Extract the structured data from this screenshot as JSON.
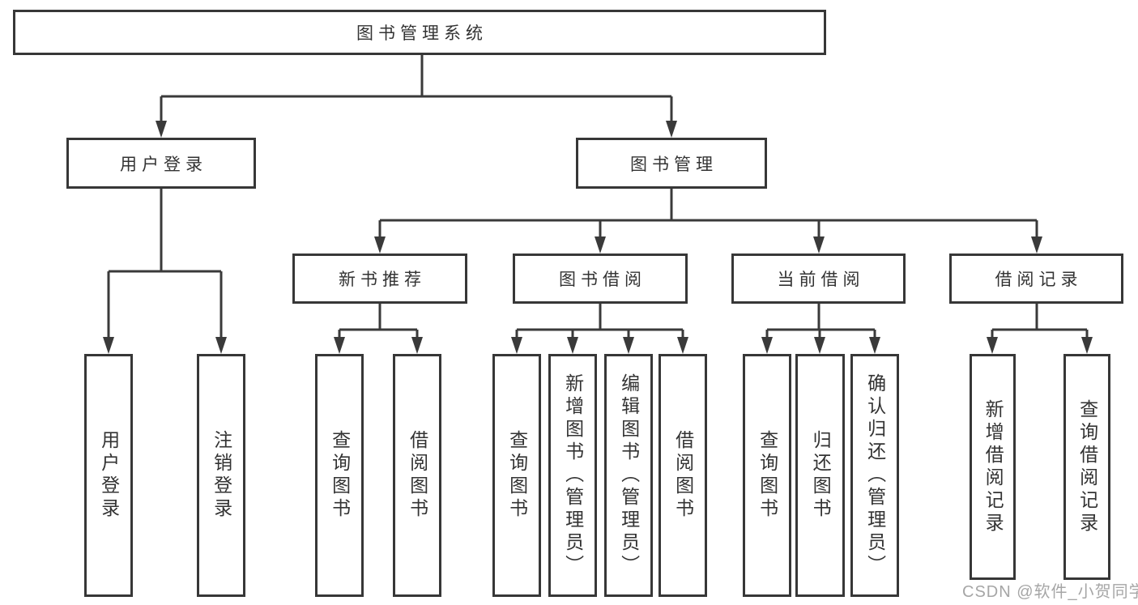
{
  "diagram": {
    "title": "图书管理系统",
    "branches": {
      "user_login": {
        "label": "用户登录",
        "children": [
          {
            "label": "用户登录"
          },
          {
            "label": "注销登录"
          }
        ]
      },
      "book_management": {
        "label": "图书管理",
        "children": [
          {
            "label": "新书推荐",
            "children": [
              {
                "label": "查询图书"
              },
              {
                "label": "借阅图书"
              }
            ]
          },
          {
            "label": "图书借阅",
            "children": [
              {
                "label": "查询图书"
              },
              {
                "label": "新增图书（管理员）"
              },
              {
                "label": "编辑图书（管理员）"
              },
              {
                "label": "借阅图书"
              }
            ]
          },
          {
            "label": "当前借阅",
            "children": [
              {
                "label": "查询图书"
              },
              {
                "label": "归还图书"
              },
              {
                "label": "确认归还（管理员）"
              }
            ]
          },
          {
            "label": "借阅记录",
            "children": [
              {
                "label": "新增借阅记录"
              },
              {
                "label": "查询借阅记录"
              }
            ]
          }
        ]
      }
    }
  },
  "watermark": {
    "text": "CSDN @软件_小贺同学"
  },
  "colors": {
    "line": "#3a3a3a",
    "box_border": "#373737",
    "text": "#333333",
    "watermark": "#a6a6a6",
    "background": "#ffffff"
  }
}
